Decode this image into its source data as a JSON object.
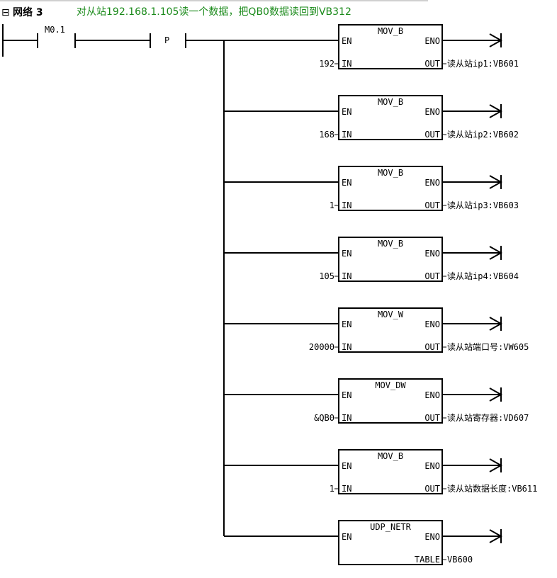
{
  "network": {
    "toggle": "⊟",
    "title": "网络 3",
    "comment": "对从站192.168.1.105读一个数据，把QB0数据读回到VB312"
  },
  "contact": {
    "label": "M0.1"
  },
  "edge": {
    "label": "P"
  },
  "colors": {
    "comment": "#1a8a1a",
    "line": "#000000"
  },
  "blocks": [
    {
      "name": "MOV_B",
      "en": "EN",
      "eno": "ENO",
      "in_pin": "IN",
      "out_pin": "OUT",
      "in_value": "192",
      "out_value": "读从站ip1:VB601"
    },
    {
      "name": "MOV_B",
      "en": "EN",
      "eno": "ENO",
      "in_pin": "IN",
      "out_pin": "OUT",
      "in_value": "168",
      "out_value": "读从站ip2:VB602"
    },
    {
      "name": "MOV_B",
      "en": "EN",
      "eno": "ENO",
      "in_pin": "IN",
      "out_pin": "OUT",
      "in_value": "1",
      "out_value": "读从站ip3:VB603"
    },
    {
      "name": "MOV_B",
      "en": "EN",
      "eno": "ENO",
      "in_pin": "IN",
      "out_pin": "OUT",
      "in_value": "105",
      "out_value": "读从站ip4:VB604"
    },
    {
      "name": "MOV_W",
      "en": "EN",
      "eno": "ENO",
      "in_pin": "IN",
      "out_pin": "OUT",
      "in_value": "20000",
      "out_value": "读从站端口号:VW605"
    },
    {
      "name": "MOV_DW",
      "en": "EN",
      "eno": "ENO",
      "in_pin": "IN",
      "out_pin": "OUT",
      "in_value": "&QB0",
      "out_value": "读从站寄存器:VD607"
    },
    {
      "name": "MOV_B",
      "en": "EN",
      "eno": "ENO",
      "in_pin": "IN",
      "out_pin": "OUT",
      "in_value": "1",
      "out_value": "读从站数据长度:VB611"
    },
    {
      "name": "UDP_NETR",
      "en": "EN",
      "eno": "ENO",
      "in_pin": "",
      "out_pin": "TABLE",
      "in_value": "",
      "out_value": "VB600"
    }
  ]
}
